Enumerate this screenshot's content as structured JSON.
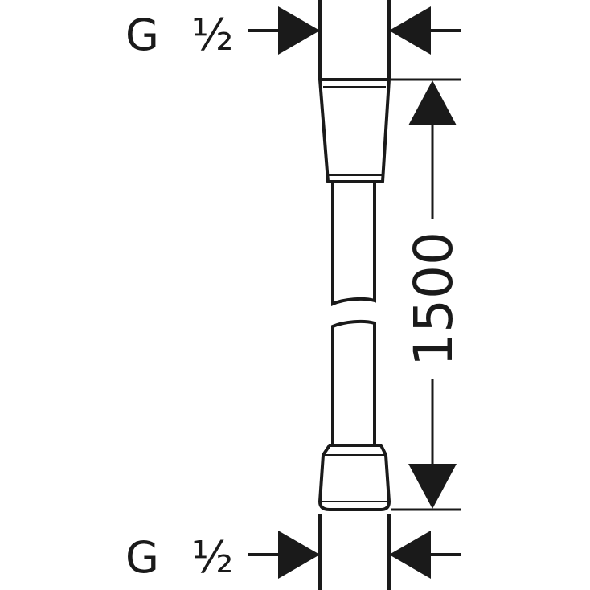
{
  "top_connection": {
    "thread": "G",
    "size": "½"
  },
  "bottom_connection": {
    "thread": "G",
    "size": "½"
  },
  "hose": {
    "length": "1500"
  },
  "colors": {
    "line": "#1a1a1a",
    "background": "#ffffff"
  }
}
